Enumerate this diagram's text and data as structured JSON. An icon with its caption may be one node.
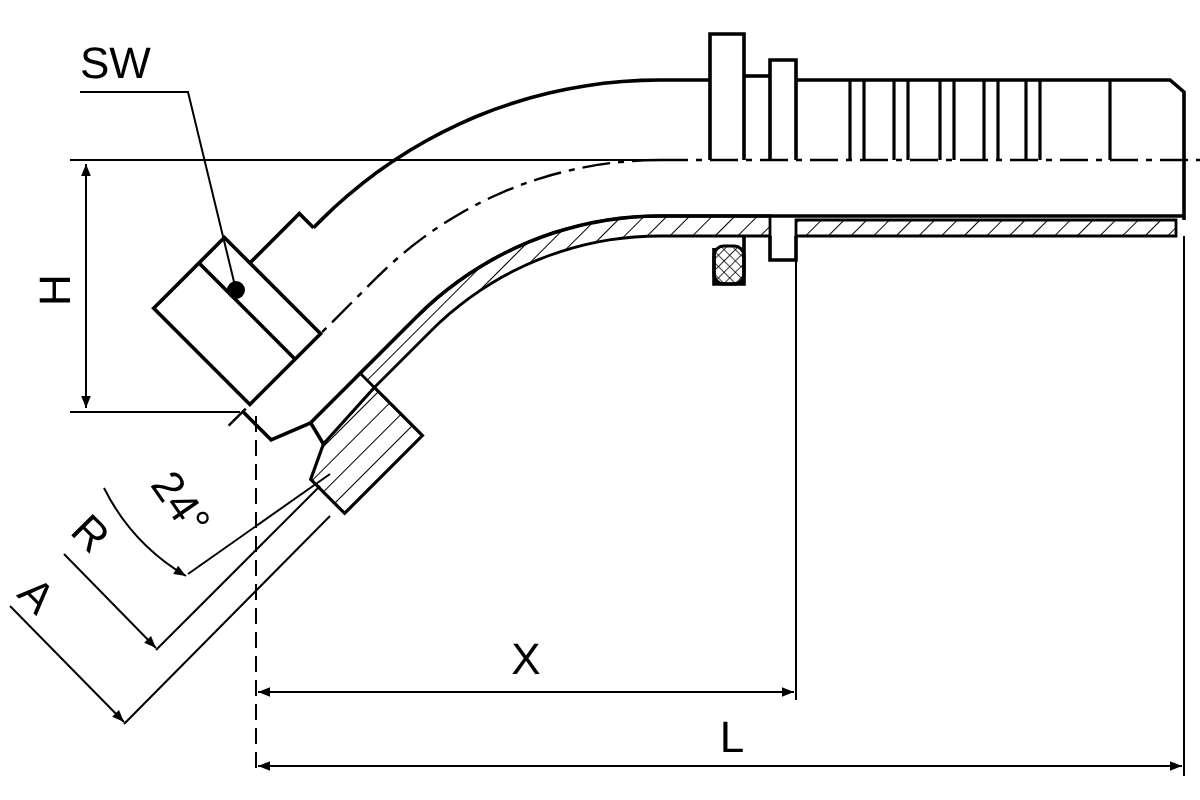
{
  "diagram": {
    "nodes": [
      {
        "text": [
          "SW"
        ]
      },
      {
        "text": [],
        "shape": "picture"
      }
    ],
    "edges": [
      {
        "from": 0,
        "to": 1,
        "arrow": "other"
      }
    ],
    "labels": [
      "H",
      "24°",
      "R",
      "A",
      "X",
      "L"
    ]
  }
}
